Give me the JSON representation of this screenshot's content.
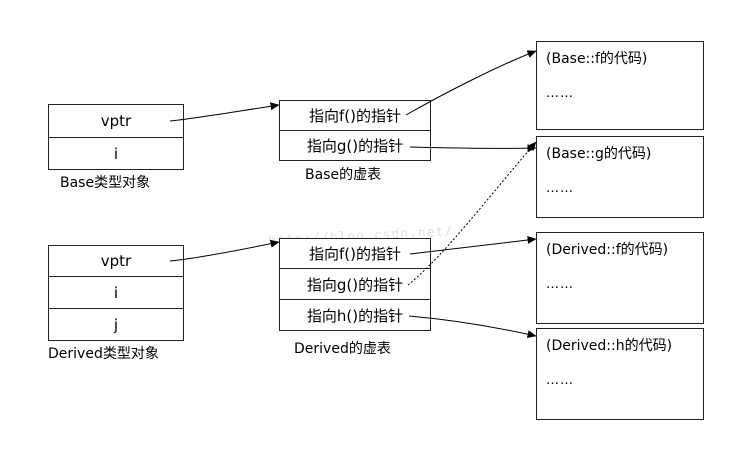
{
  "watermark": "http://blog.csdn.net/",
  "base_object": {
    "cells": [
      "vptr",
      "i"
    ],
    "caption": "Base类型对象"
  },
  "derived_object": {
    "cells": [
      "vptr",
      "i",
      "j"
    ],
    "caption": "Derived类型对象"
  },
  "base_vtable": {
    "entries": [
      "指向f()的指针",
      "指向g()的指针"
    ],
    "caption": "Base的虚表"
  },
  "derived_vtable": {
    "entries": [
      "指向f()的指针",
      "指向g()的指针",
      "指向h()的指针"
    ],
    "caption": "Derived的虚表"
  },
  "code_boxes": [
    {
      "title": "(Base::f的代码)",
      "dots": "……"
    },
    {
      "title": "(Base::g的代码)",
      "dots": "……"
    },
    {
      "title": "(Derived::f的代码)",
      "dots": "……"
    },
    {
      "title": "(Derived::h的代码)",
      "dots": "……"
    }
  ]
}
